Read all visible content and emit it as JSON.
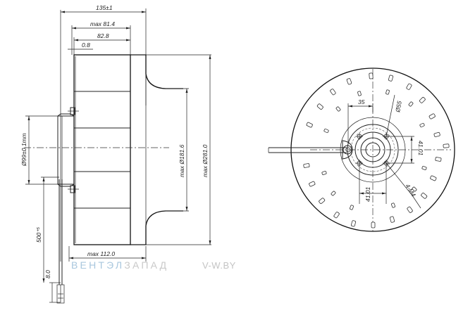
{
  "side_view": {
    "overall_width": "135±1",
    "max_depth": "max 81.4",
    "depth": "82.8",
    "offset": "0.8",
    "motor_diameter": "max Ø181.6",
    "impeller_diameter": "max Ø281.0",
    "shaft_diameter": "Ø99±0.1mm",
    "cable_length": "500⁺⁵",
    "cable_end": "8.0",
    "bottom_width": "max 112.0"
  },
  "front_view": {
    "offset_horizontal": "35",
    "bolt_circle_diameter": "Ø55",
    "hole_spacing_vertical": "41.01",
    "hole_spacing_horizontal": "41.01",
    "holes": "4-M4"
  },
  "watermark": {
    "brand_part1": "ВЕНТЭЛ",
    "brand_part2": "ЗАПАД",
    "site": "V-W.BY"
  }
}
